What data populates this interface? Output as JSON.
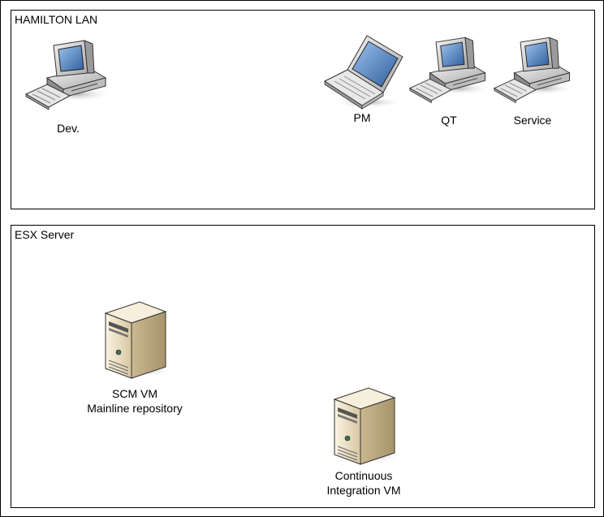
{
  "zones": {
    "lan": {
      "title": "HAMILTON LAN"
    },
    "esx": {
      "title": "ESX Server"
    }
  },
  "nodes": {
    "dev": {
      "label": "Dev.",
      "icon": "desktop-computer-icon"
    },
    "pm": {
      "label": "PM",
      "icon": "laptop-icon"
    },
    "qt": {
      "label": "QT",
      "icon": "desktop-computer-icon"
    },
    "service": {
      "label": "Service",
      "icon": "desktop-computer-icon"
    },
    "scm": {
      "label_line1": "SCM VM",
      "label_line2": "Mainline repository",
      "icon": "server-tower-icon"
    },
    "ci": {
      "label_line1": "Continuous",
      "label_line2": "Integration VM",
      "icon": "server-tower-icon"
    }
  },
  "colors": {
    "monitor_body": "#d9d9d9",
    "screen": "#3a6ea8",
    "server_body": "#e9dcc0",
    "outline": "#333333"
  }
}
